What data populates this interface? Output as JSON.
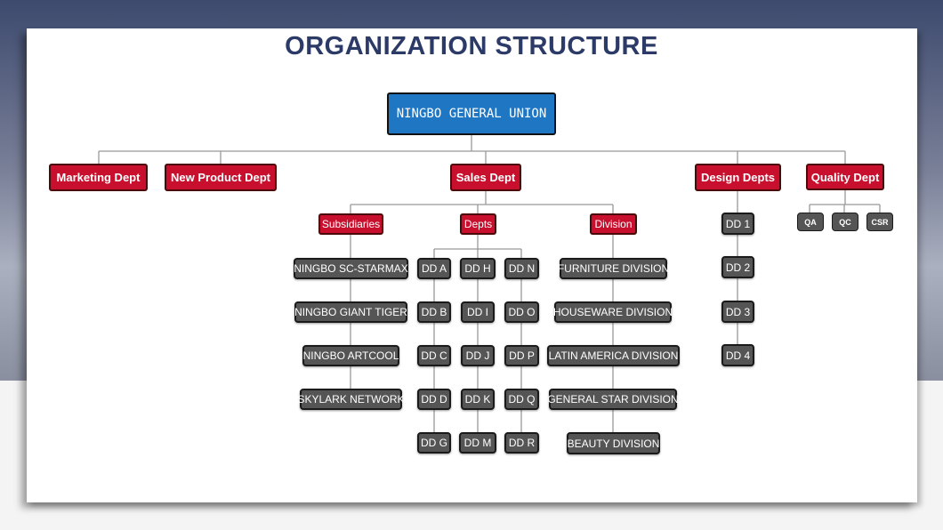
{
  "title": "ORGANIZATION STRUCTURE",
  "root": "NINGBO GENERAL UNION",
  "departments": {
    "marketing": "Marketing Dept",
    "new_product": "New Product Dept",
    "sales": "Sales Dept",
    "design": "Design Depts",
    "quality": "Quality Dept"
  },
  "sales_groups": {
    "subsidiaries": "Subsidiaries",
    "depts": "Depts",
    "division": "Division"
  },
  "subsidiaries": [
    "NINGBO SC-STARMAX",
    "NINGBO GIANT TIGER",
    "NINGBO ARTCOOL",
    "SKYLARK NETWORK"
  ],
  "depts_col1": [
    "DD A",
    "DD B",
    "DD C",
    "DD D",
    "DD G"
  ],
  "depts_col2": [
    "DD H",
    "DD I",
    "DD J",
    "DD K",
    "DD M"
  ],
  "depts_col3": [
    "DD N",
    "DD O",
    "DD P",
    "DD Q",
    "DD R"
  ],
  "divisions": [
    "FURNITURE DIVISION",
    "HOUSEWARE DIVISION",
    "LATIN AMERICA DIVISION",
    "GENERAL STAR DIVISION",
    "BEAUTY DIVISION"
  ],
  "design_depts": [
    "DD 1",
    "DD 2",
    "DD 3",
    "DD 4"
  ],
  "quality_units": [
    "QA",
    "QC",
    "CSR"
  ],
  "colors": {
    "title": "#2b3a67",
    "root": "#1f77c4",
    "department": "#c8102e",
    "leaf": "#555555",
    "connector": "#999999"
  }
}
